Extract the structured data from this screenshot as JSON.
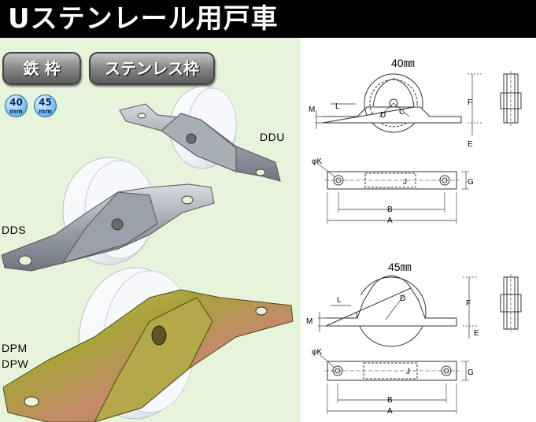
{
  "header": {
    "title": "Uステンレール用戸車"
  },
  "badges": {
    "iron": "鉄 枠",
    "stainless": "ステンレス枠"
  },
  "sizes": [
    {
      "num": "40",
      "unit": "mm"
    },
    {
      "num": "45",
      "unit": "mm"
    }
  ],
  "models": {
    "ddu": "DDU",
    "dds": "DDS",
    "dpm": "DPM",
    "dpw": "DPW"
  },
  "diagram40": {
    "title": "40㎜",
    "labels": {
      "m": "M",
      "l": "L",
      "d": "D",
      "c": "C",
      "f": "F",
      "e": "E",
      "k": "φK",
      "j": "J",
      "g": "G",
      "b": "B",
      "a": "A"
    }
  },
  "diagram45": {
    "title": "45㎜",
    "labels": {
      "l": "L",
      "d": "D",
      "m": "M",
      "f": "F",
      "e": "E",
      "k": "φK",
      "j": "J",
      "g": "G",
      "b": "B",
      "a": "A"
    }
  },
  "colors": {
    "header_bg": "#000000",
    "left_bg": "#e7f4dc",
    "badge": "#7a7a7a",
    "size_circle": "#8ec6ef",
    "wheel": "#f4f7fb",
    "steel": "#9aa0a8",
    "yellow_zinc": "#b9b54a"
  }
}
